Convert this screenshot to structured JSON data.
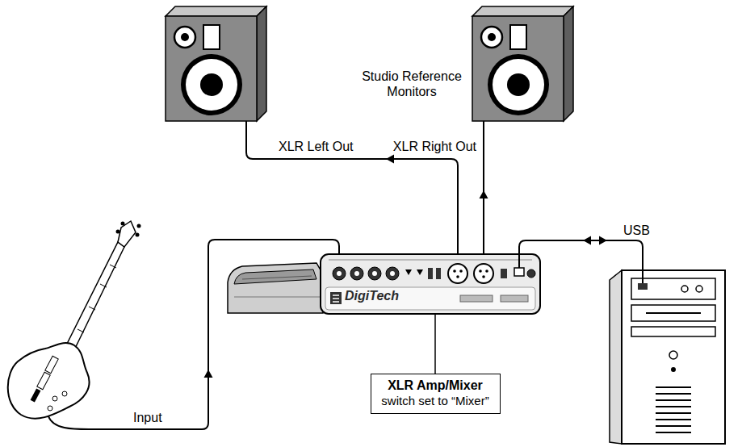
{
  "diagram": {
    "nodes": [
      {
        "text": [
          "DigiTech"
        ]
      },
      {
        "text": [
          "XLR Amp/Mixer",
          "switch set to “Mixer”"
        ]
      }
    ],
    "edges": [
      {
        "from": 1,
        "to": 0,
        "arrow": "none"
      }
    ],
    "labels": [
      "Studio Reference Monitors",
      "XLR Left Out",
      "XLR Right Out",
      "USB",
      "Input"
    ]
  }
}
